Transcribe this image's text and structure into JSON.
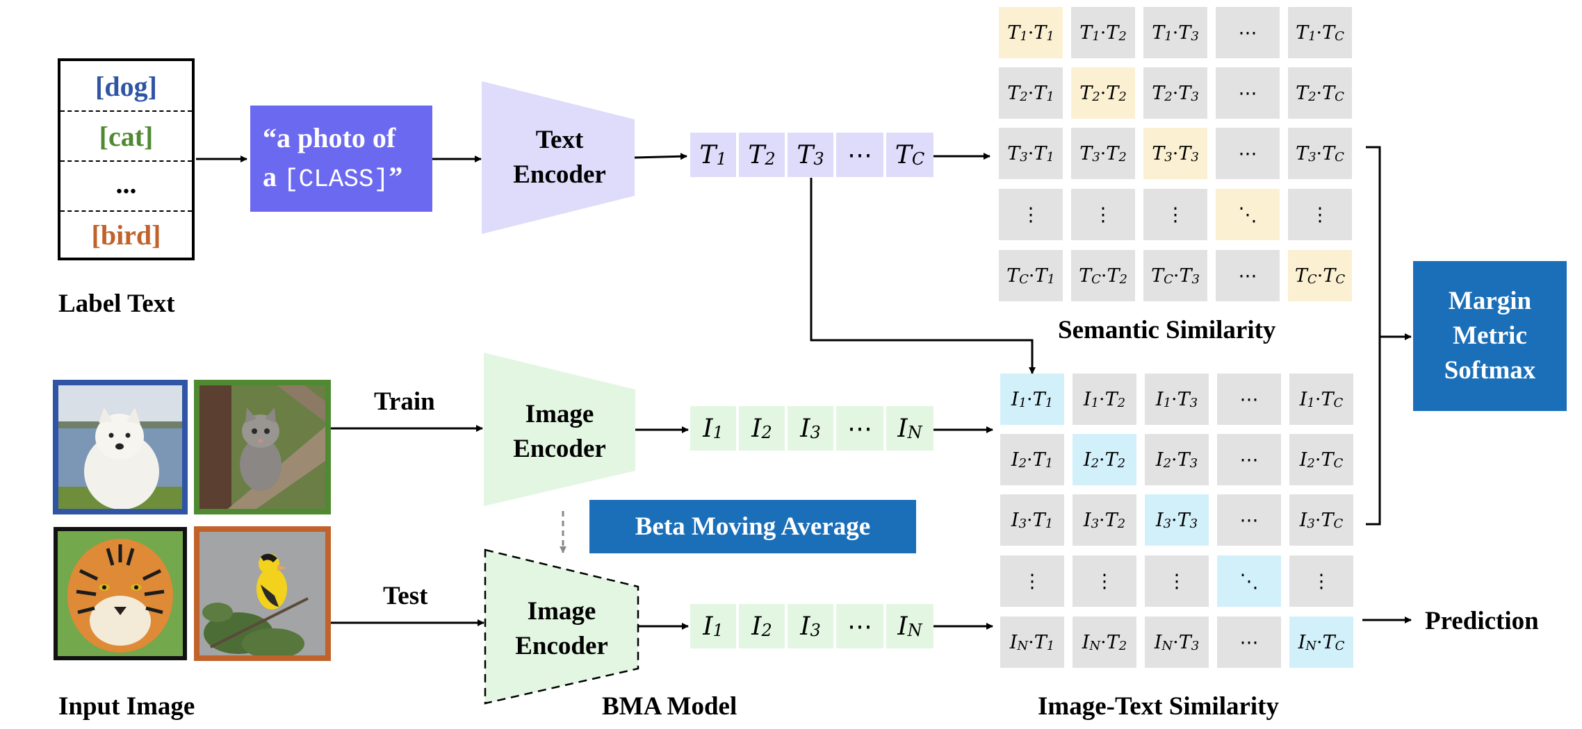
{
  "label_text": {
    "items": [
      "[dog]",
      "[cat]",
      "...",
      "[bird]"
    ],
    "colors": [
      "#2f55a4",
      "#4f8a32",
      "#000000",
      "#c0622a"
    ],
    "caption": "Label Text"
  },
  "prompt": {
    "line1": "“a photo of",
    "line2_prefix": "a ",
    "line2_code": "[CLASS]",
    "line2_suffix": "”"
  },
  "text_encoder": {
    "line1": "Text",
    "line2": "Encoder"
  },
  "image_encoder": {
    "line1": "Image",
    "line2": "Encoder"
  },
  "bma_encoder": {
    "line1": "Image",
    "line2": "Encoder",
    "caption": "BMA Model"
  },
  "text_tokens": [
    {
      "base": "T",
      "sub": "1"
    },
    {
      "base": "T",
      "sub": "2"
    },
    {
      "base": "T",
      "sub": "3"
    },
    {
      "base": "⋯",
      "sub": ""
    },
    {
      "base": "T",
      "sub": "C"
    }
  ],
  "image_tokens": [
    {
      "base": "I",
      "sub": "1"
    },
    {
      "base": "I",
      "sub": "2"
    },
    {
      "base": "I",
      "sub": "3"
    },
    {
      "base": "⋯",
      "sub": ""
    },
    {
      "base": "I",
      "sub": "N"
    }
  ],
  "flow_labels": {
    "train": "Train",
    "test": "Test"
  },
  "input_image_caption": "Input Image",
  "beta_moving_average": "Beta Moving Average",
  "semantic_similarity": {
    "caption": "Semantic Similarity",
    "rows": [
      "1",
      "2",
      "3",
      "vdots",
      "C"
    ],
    "cols": [
      "1",
      "2",
      "3",
      "dots",
      "C"
    ],
    "left": "T"
  },
  "image_text_similarity": {
    "caption": "Image-Text Similarity",
    "rows": [
      "1",
      "2",
      "3",
      "vdots",
      "N"
    ],
    "cols": [
      "1",
      "2",
      "3",
      "dots",
      "C"
    ],
    "left": "I"
  },
  "margin_box": {
    "line1": "Margin",
    "line2": "Metric",
    "line3": "Softmax"
  },
  "prediction": "Prediction",
  "colors": {
    "prompt": "#6c69f1",
    "text_encoder": "#dedbfb",
    "image_encoder": "#e2f6e2",
    "blue_box": "#1b6fb8",
    "diag_semantic": "#fbf0d2",
    "diag_image_text": "#d2f0fa",
    "cell_gray": "#e2e2e2"
  }
}
